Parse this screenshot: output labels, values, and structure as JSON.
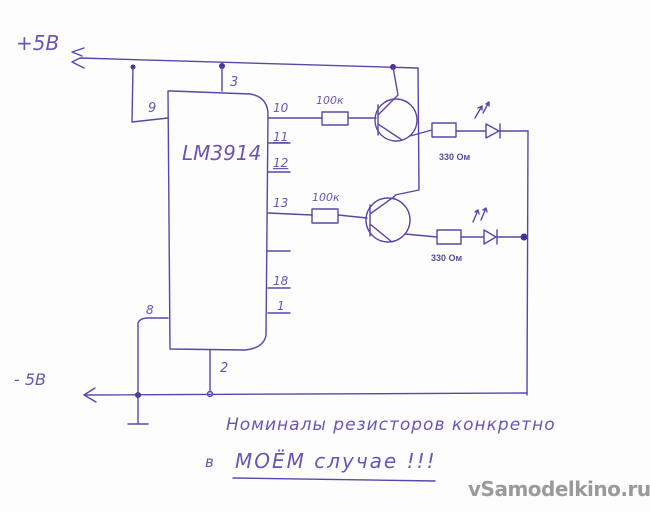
{
  "supply": {
    "positive_label": "+5В",
    "negative_label": "- 5В"
  },
  "ic": {
    "name": "LM3914",
    "pins": {
      "p3": "3",
      "p9": "9",
      "p10": "10",
      "p11": "11",
      "p12": "12",
      "p13": "13",
      "p18": "18",
      "p1": "1",
      "p8": "8",
      "p2": "2"
    }
  },
  "resistors": {
    "base_1": "100к",
    "base_2": "100к",
    "led_1": "330 Ом",
    "led_2": "330 Ом"
  },
  "note": {
    "line1": "Номиналы резисторов конкретно",
    "line2_prefix": "в",
    "line2_emph": "МОЁМ случае !!!"
  },
  "watermark": "vSamodelkino.ru",
  "colors": {
    "ink": "#5b46a8",
    "watermark": "#9a9a9a"
  }
}
